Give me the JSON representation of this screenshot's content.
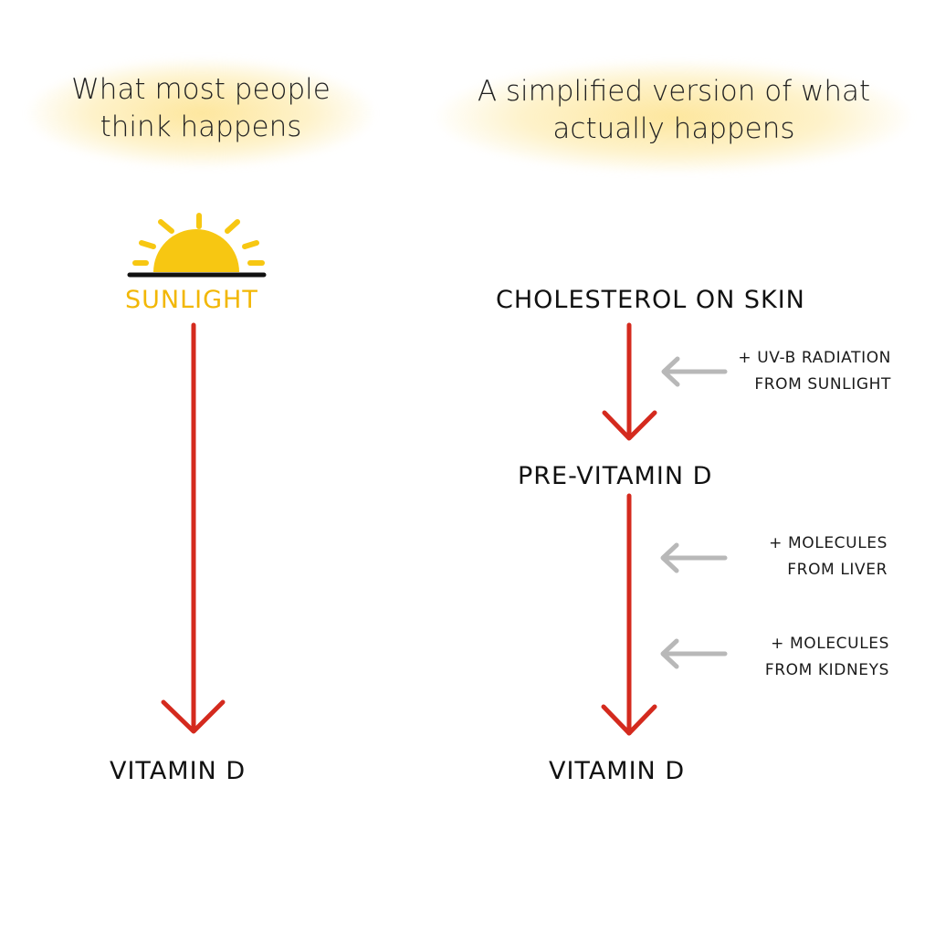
{
  "headers": {
    "left": [
      "What most people",
      "think happens"
    ],
    "right": [
      "A simplified version of what",
      "actually happens"
    ]
  },
  "left_column": {
    "source": "SUNLIGHT",
    "result": "VITAMIN D"
  },
  "right_column": {
    "start": "CHOLESTEROL ON SKIN",
    "middle": "PRE-VITAMIN D",
    "result": "VITAMIN D",
    "inputs": {
      "uvb": [
        "+ UV-B RADIATION",
        "FROM SUNLIGHT"
      ],
      "liver": [
        "+ MOLECULES",
        "FROM LIVER"
      ],
      "kidneys": [
        "+ MOLECULES",
        "FROM KIDNEYS"
      ]
    }
  },
  "colors": {
    "arrow": "#d42a1e",
    "input_arrow": "#b8b8b8",
    "sun": "#f7c712",
    "sunlight_label": "#f2b705",
    "header_glow": "#fde28c"
  },
  "icons": {
    "sun": "sun-icon"
  }
}
